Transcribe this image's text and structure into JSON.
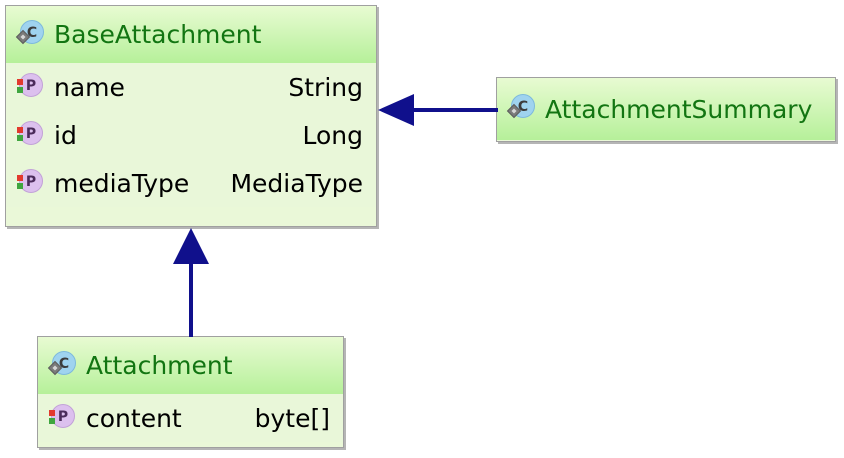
{
  "diagram": {
    "type": "uml-class-diagram",
    "background": "#ffffff",
    "colors": {
      "class_header_top": "#e8fbd2",
      "class_header_bottom": "#b6f09a",
      "class_body": "#e9f7d9",
      "class_border": "#a0a0a0",
      "class_name_text": "#127512",
      "attribute_text": "#000000",
      "arrow": "#10108c"
    },
    "classes": [
      {
        "id": "base-attachment",
        "name": "BaseAttachment",
        "icon": "class-icon",
        "attributes": [
          {
            "name": "name",
            "type": "String",
            "icon": "property-icon"
          },
          {
            "name": "id",
            "type": "Long",
            "icon": "property-icon"
          },
          {
            "name": "mediaType",
            "type": "MediaType",
            "icon": "property-icon"
          }
        ]
      },
      {
        "id": "attachment-summary",
        "name": "AttachmentSummary",
        "icon": "class-icon",
        "attributes": []
      },
      {
        "id": "attachment",
        "name": "Attachment",
        "icon": "class-icon",
        "attributes": [
          {
            "name": "content",
            "type": "byte[]",
            "icon": "property-icon"
          }
        ]
      }
    ],
    "relationships": [
      {
        "id": "summary-to-base",
        "kind": "generalization",
        "from": "attachment-summary",
        "to": "base-attachment",
        "direction": "left",
        "label": ""
      },
      {
        "id": "attachment-to-base",
        "kind": "generalization",
        "from": "attachment",
        "to": "base-attachment",
        "direction": "up",
        "label": ""
      }
    ]
  }
}
